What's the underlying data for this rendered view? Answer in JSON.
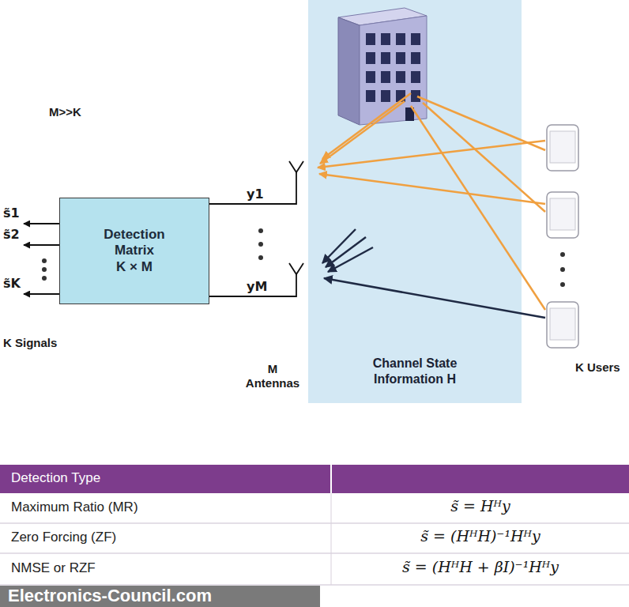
{
  "diagram": {
    "nodes": [
      {
        "text": [
          "Detection Matrix",
          "K × M"
        ]
      },
      {
        "text": [
          "Channel State Information H"
        ]
      }
    ],
    "labels": [
      "M>>K",
      "s̃1",
      "s̃2",
      "s̃K",
      "K Signals",
      "y1",
      "yM",
      "M Antennas",
      "K Users",
      "Detection Type",
      "Maximum Ratio (MR)",
      "s̃ = Hᴴy",
      "Zero Forcing (ZF)",
      "s̃ = (HᴴH)⁻¹Hᴴy",
      "NMSE or RZF",
      "s̃ = (HᴴH + βI)⁻¹Hᴴy",
      "Electronics-Council.com"
    ]
  }
}
